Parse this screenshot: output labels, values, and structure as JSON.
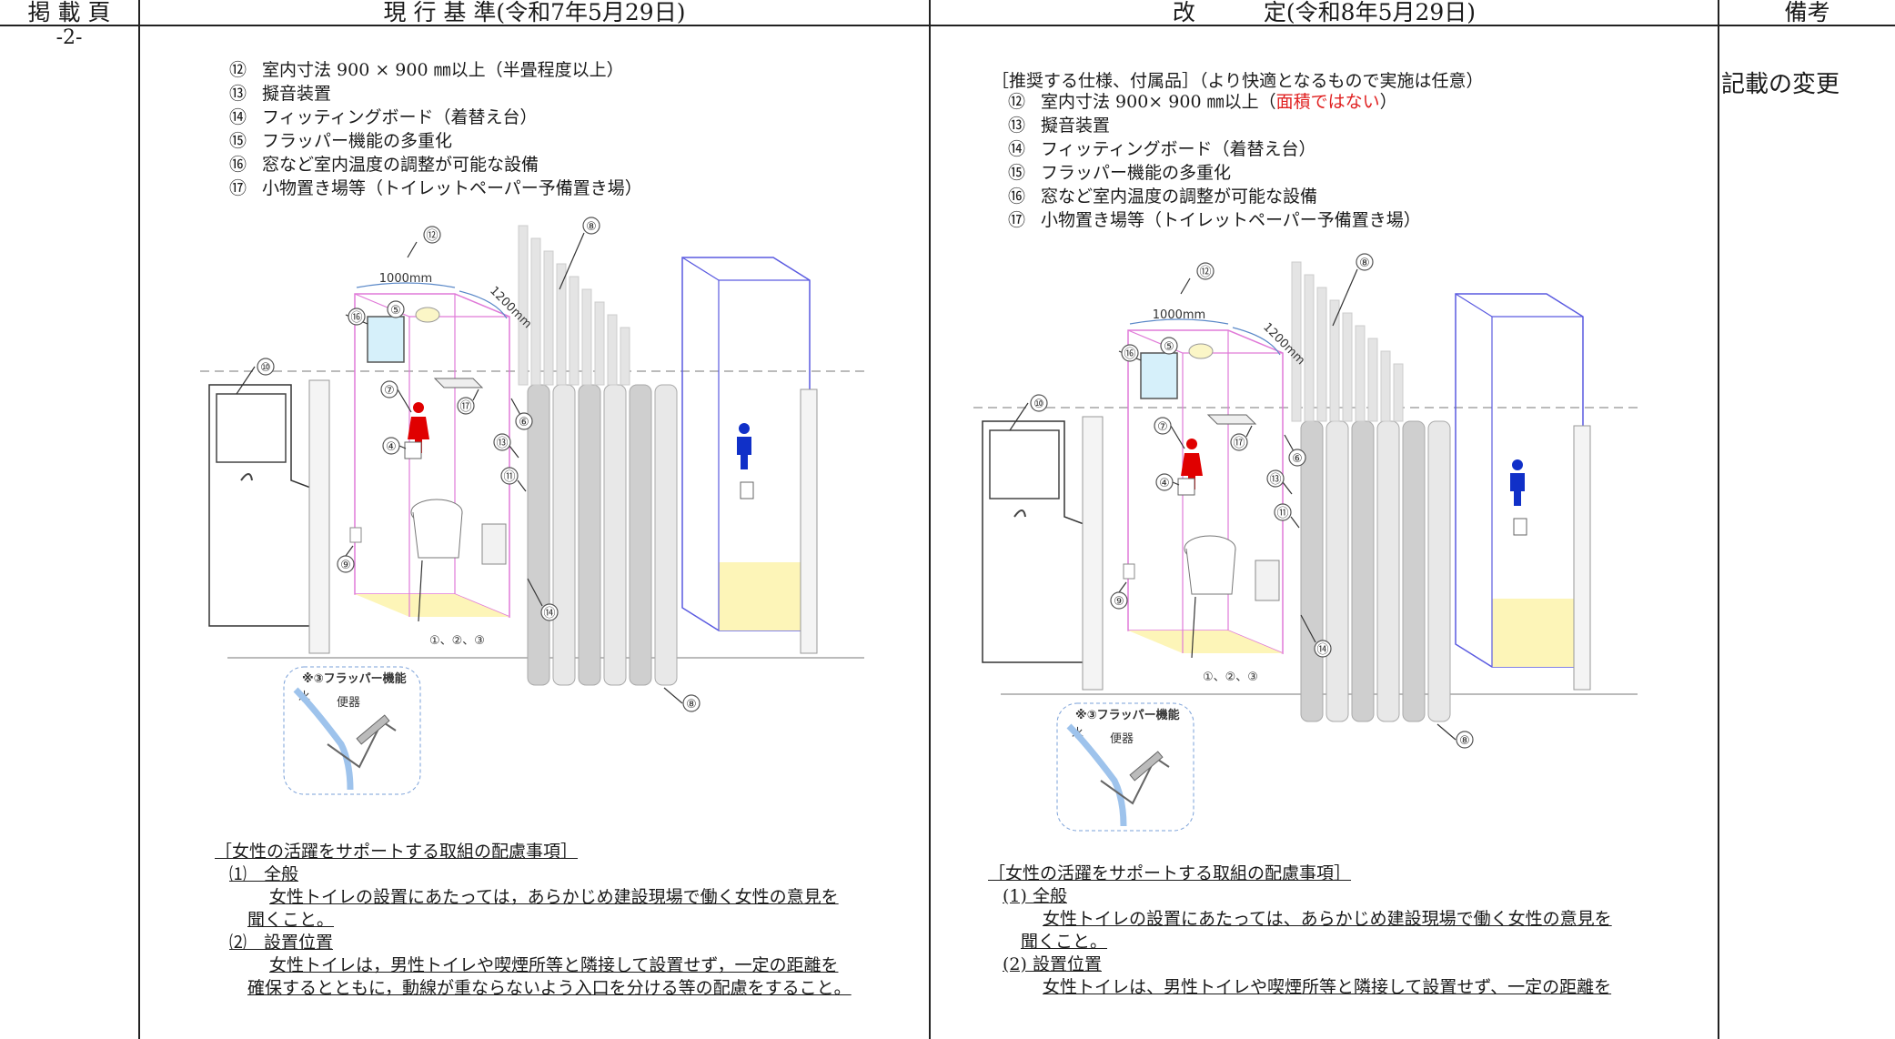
{
  "header": {
    "page_col": "掲 載 頁",
    "current_col": "現 行 基 準(令和7年5月29日)",
    "revised_col": "改　　　定(令和8年5月29日)",
    "notes_col": "備考"
  },
  "page_number": "-2-",
  "remark": "記載の変更",
  "current": {
    "items": [
      {
        "num": "⑫",
        "text": "室内寸法 900 × 900 ㎜以上（半畳程度以上）"
      },
      {
        "num": "⑬",
        "text": "擬音装置"
      },
      {
        "num": "⑭",
        "text": "フィッティングボード（着替え台）"
      },
      {
        "num": "⑮",
        "text": "フラッパー機能の多重化"
      },
      {
        "num": "⑯",
        "text": "窓など室内温度の調整が可能な設備"
      },
      {
        "num": "⑰",
        "text": "小物置き場等（トイレットペーパー予備置き場）"
      }
    ],
    "section_title": "［女性の活躍をサポートする取組の配慮事項］",
    "sub1_title": "⑴　全般",
    "sub1_line1": "女性トイレの設置にあたっては，あらかじめ建設現場で働く女性の意見を",
    "sub1_line2": "聞くこと。",
    "sub2_title": "⑵　設置位置",
    "sub2_line1": "女性トイレは，男性トイレや喫煙所等と隣接して設置せず，一定の距離を",
    "sub2_line2": "確保するとともに，動線が重ならないよう入口を分ける等の配慮をすること。"
  },
  "revised": {
    "intro": "［推奨する仕様、付属品］（より快適となるもので実施は任意）",
    "items": [
      {
        "num": "⑫",
        "text": "室内寸法 900× 900 ㎜以上（",
        "red": "面積ではない",
        "tail": "）"
      },
      {
        "num": "⑬",
        "text": "擬音装置"
      },
      {
        "num": "⑭",
        "text": "フィッティングボード（着替え台）"
      },
      {
        "num": "⑮",
        "text": "フラッパー機能の多重化"
      },
      {
        "num": "⑯",
        "text": "窓など室内温度の調整が可能な設備"
      },
      {
        "num": "⑰",
        "text": "小物置き場等（トイレットペーパー予備置き場）"
      }
    ],
    "section_title": "［女性の活躍をサポートする取組の配慮事項］",
    "sub1_title": "(1) 全般",
    "sub1_line1": "女性トイレの設置にあたっては、あらかじめ建設現場で働く女性の意見を",
    "sub1_line2": "聞くこと。",
    "sub2_title": "(2) 設置位置",
    "sub2_line1": "女性トイレは、男性トイレや喫煙所等と隣接して設置せず、一定の距離を"
  },
  "figure": {
    "dim_width": "1000mm",
    "dim_depth": "1200mm",
    "labels": [
      "⑫",
      "⑤",
      "⑯",
      "⑩",
      "⑦",
      "⑰",
      "⑥",
      "④",
      "⑬",
      "⑪",
      "⑨",
      "⑭",
      "⑧"
    ],
    "bottom_label": "①、②、③",
    "inset_title": "※③フラッパー機能",
    "inset_water": "水",
    "inset_toilet": "便器"
  }
}
